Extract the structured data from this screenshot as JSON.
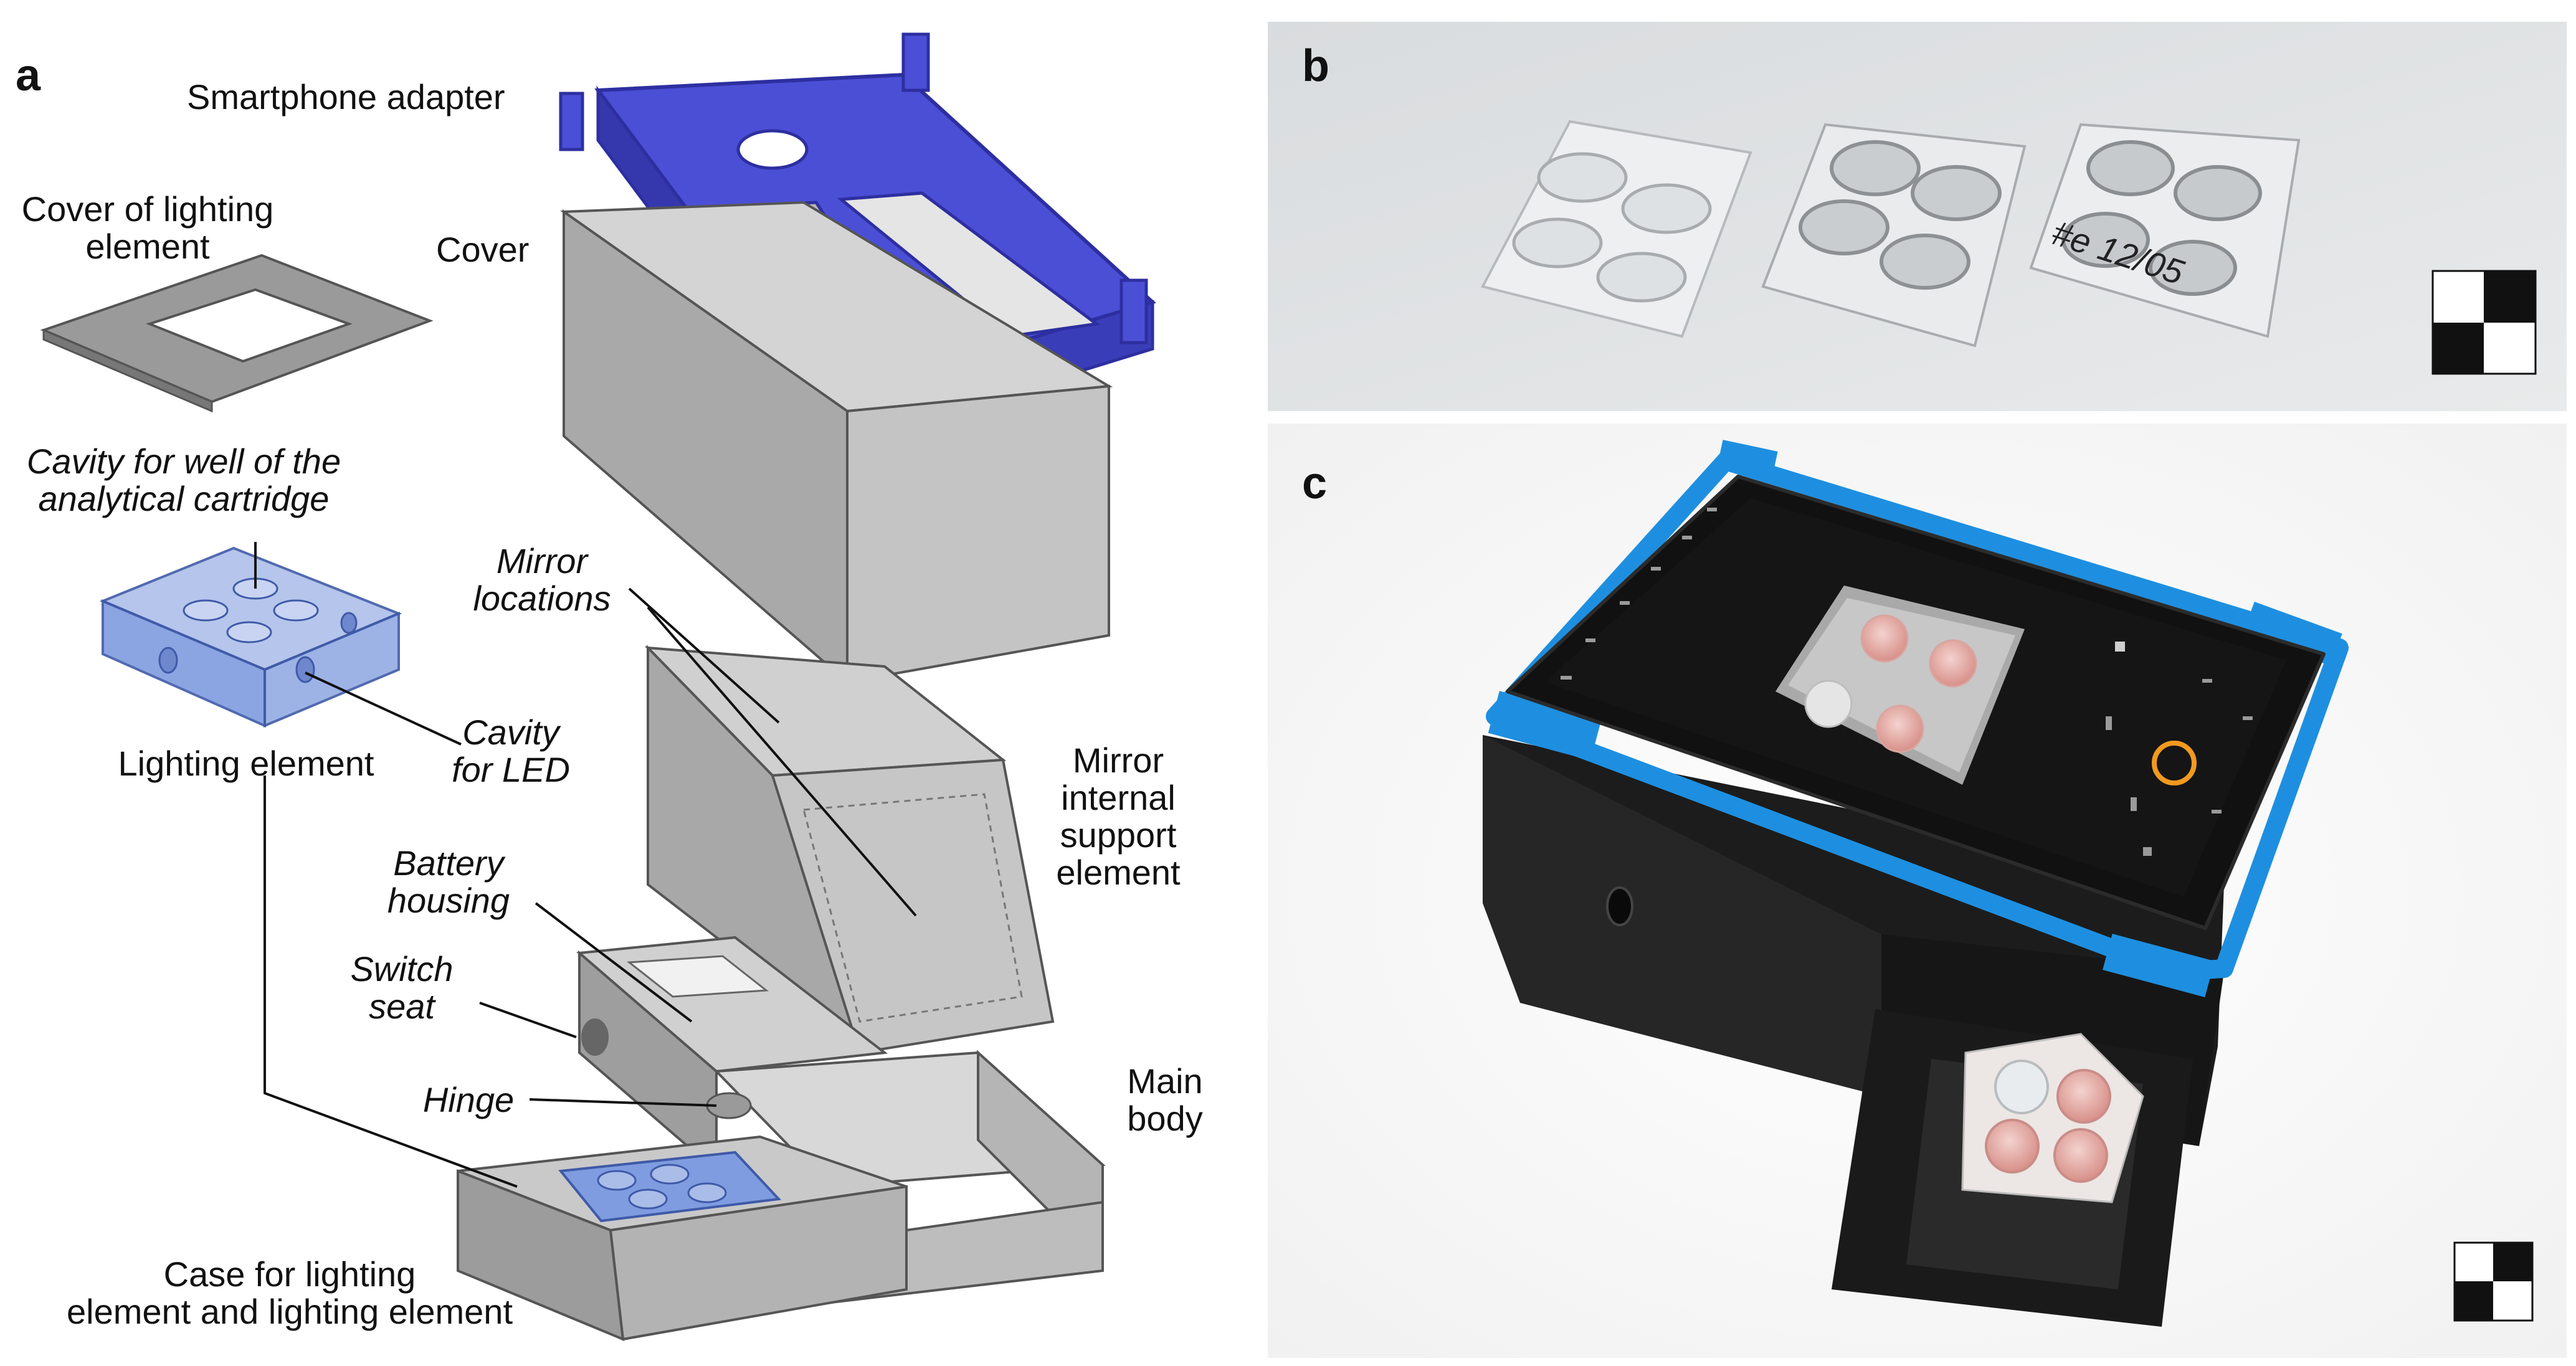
{
  "panels": {
    "a": "a",
    "b": "b",
    "c": "c"
  },
  "labels": {
    "smartphone_adapter": "Smartphone adapter",
    "cover_of_lighting_1": "Cover of lighting",
    "cover_of_lighting_2": "element",
    "cover": "Cover",
    "cavity_well_1": "Cavity for well of the",
    "cavity_well_2": "analytical cartridge",
    "mirror_locations_1": "Mirror",
    "mirror_locations_2": "locations",
    "cavity_led_1": "Cavity",
    "cavity_led_2": "for LED",
    "lighting_element": "Lighting element",
    "mirror_support_1": "Mirror",
    "mirror_support_2": "internal",
    "mirror_support_3": "support",
    "mirror_support_4": "element",
    "battery_1": "Battery",
    "battery_2": "housing",
    "switch_1": "Switch",
    "switch_2": "seat",
    "hinge": "Hinge",
    "main_body_1": "Main",
    "main_body_2": "body",
    "case_1": "Case for lighting",
    "case_2": "element and lighting element"
  },
  "photo_text": {
    "cartridge_marking": "#e 12/05"
  },
  "colors": {
    "adapter_blue": "#4b4fd6",
    "lighting_blue": "#7f9ce0",
    "gray_body": "#c4c4c4",
    "photo_blue": "#1e8fe0",
    "photo_black": "#1c1c1c"
  }
}
